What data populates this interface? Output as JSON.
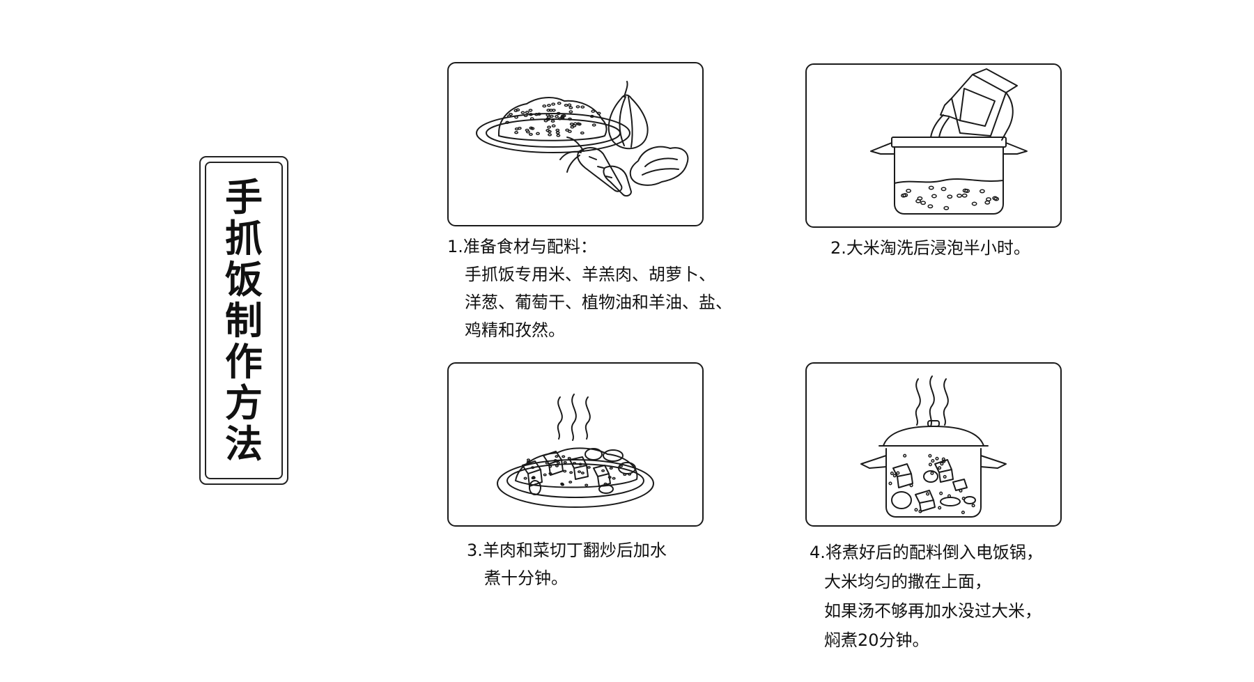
{
  "title": "手抓饭制作方法",
  "steps": [
    {
      "lines": [
        "1.准备食材与配料：",
        "手抓饭专用米、羊羔肉、胡萝卜、",
        "洋葱、葡萄干、植物油和羊油、盐、",
        "鸡精和孜然。"
      ],
      "illustration": "rice-plate-with-vegetables"
    },
    {
      "lines": [
        "2.大米淘洗后浸泡半小时。"
      ],
      "illustration": "kettle-pouring-into-pot"
    },
    {
      "lines": [
        "3.羊肉和菜切丁翻炒后加水",
        "煮十分钟。"
      ],
      "illustration": "steaming-stir-fry-plate"
    },
    {
      "lines": [
        "4.将煮好后的配料倒入电饭锅，",
        "大米均匀的撒在上面，",
        "如果汤不够再加水没过大米，",
        "焖煮20分钟。"
      ],
      "illustration": "steaming-pot-with-ingredients"
    }
  ]
}
